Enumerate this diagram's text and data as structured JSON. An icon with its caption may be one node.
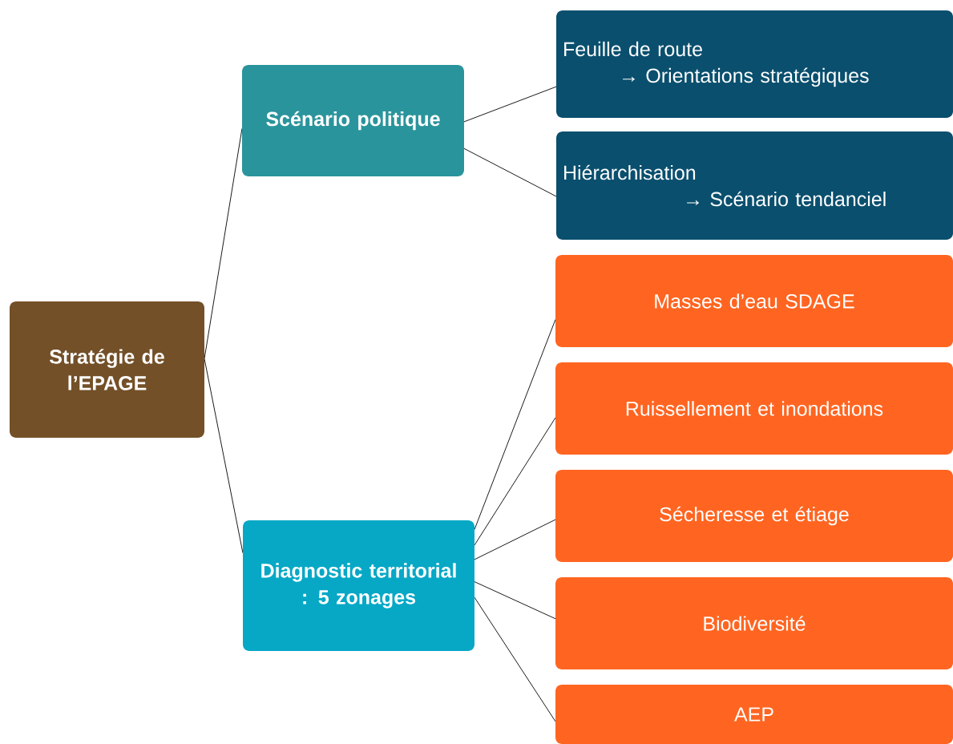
{
  "diagram": {
    "nodes": [
      {
        "text": [
          "Stratégie de l’EPAGE"
        ]
      },
      {
        "text": [
          "Scénario politique"
        ]
      },
      {
        "text": [
          "Diagnostic territorial : 5 zonages"
        ]
      },
      {
        "text": [
          "Feuille de route",
          "→ Orientations stratégiques"
        ]
      },
      {
        "text": [
          "Hiérarchisation",
          "→ Scénario tendanciel"
        ]
      },
      {
        "text": [
          "Masses d’eau SDAGE"
        ]
      },
      {
        "text": [
          "Ruissellement et inondations"
        ]
      },
      {
        "text": [
          "Sécheresse et étiage"
        ]
      },
      {
        "text": [
          "Biodiversité"
        ]
      },
      {
        "text": [
          "AEP"
        ]
      }
    ],
    "edges": [
      {
        "from": 0,
        "to": 1,
        "arrow": "none"
      },
      {
        "from": 0,
        "to": 2,
        "arrow": "none"
      },
      {
        "from": 1,
        "to": 3,
        "arrow": "none"
      },
      {
        "from": 1,
        "to": 4,
        "arrow": "none"
      },
      {
        "from": 2,
        "to": 5,
        "arrow": "none"
      },
      {
        "from": 2,
        "to": 6,
        "arrow": "none"
      },
      {
        "from": 2,
        "to": 7,
        "arrow": "none"
      },
      {
        "from": 2,
        "to": 8,
        "arrow": "none"
      },
      {
        "from": 2,
        "to": 9,
        "arrow": "none"
      }
    ]
  }
}
